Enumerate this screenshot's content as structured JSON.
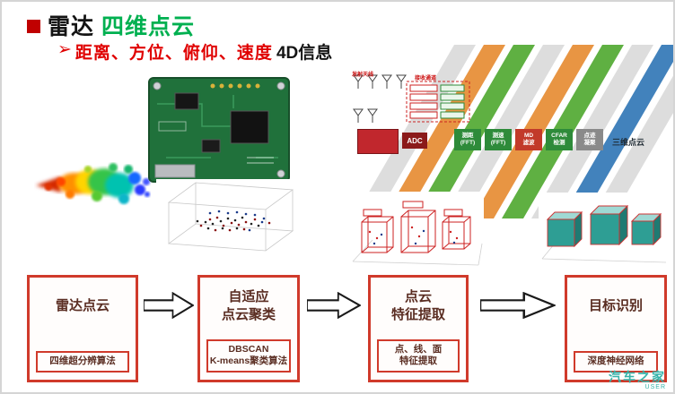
{
  "header": {
    "bullet": "■",
    "title_black": "雷达",
    "title_green": "四维点云",
    "subtitle_arrow": "➢",
    "subtitle_red": "距离、方位、俯仰、速度",
    "subtitle_black": "4D信息"
  },
  "signal_chain": {
    "tx_label": "发射天线",
    "rx_label": "接收通道",
    "adc": "ADC",
    "stages": [
      {
        "line1": "测距",
        "line2": "(FFT)"
      },
      {
        "line1": "测速",
        "line2": "(FFT)"
      },
      {
        "line1": "MD",
        "line2": "滤波"
      },
      {
        "line1": "CFAR",
        "line2": "检测"
      },
      {
        "line1": "点迹",
        "line2": "凝聚"
      }
    ],
    "output": "三维点云"
  },
  "flow": {
    "steps": [
      {
        "t1": "雷达点云",
        "t2": "",
        "s1": "四维超分辨算法",
        "s2": ""
      },
      {
        "t1": "自适应",
        "t2": "点云聚类",
        "s1": "DBSCAN",
        "s2": "K-means聚类算法"
      },
      {
        "t1": "点云",
        "t2": "特征提取",
        "s1": "点、线、面",
        "s2": "特征提取"
      },
      {
        "t1": "目标识别",
        "t2": "",
        "s1": "深度神经网络",
        "s2": ""
      }
    ]
  },
  "watermark": {
    "line1": "汽车之家",
    "line2": "USER"
  },
  "colors": {
    "accent_red": "#c00000",
    "title_green": "#00b050",
    "flow_border": "#d03a2b",
    "watermark_teal": "#35b3aa"
  }
}
